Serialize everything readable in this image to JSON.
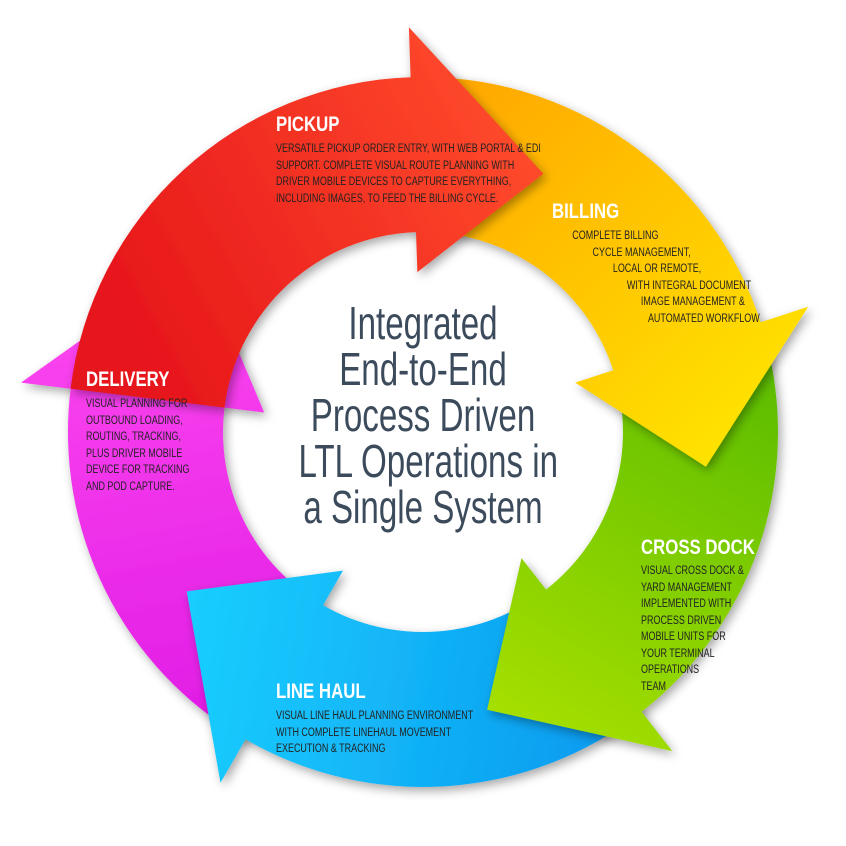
{
  "title_lines": [
    "Integrated",
    "End-to-End",
    "Process Driven",
    "LTL Operations in",
    "a Single System"
  ],
  "stages": [
    {
      "name": "PICKUP",
      "color_from": "#e5121a",
      "color_to": "#ff4b2b",
      "lines": [
        "VERSATILE PICKUP ORDER ENTRY, WITH WEB PORTAL & EDI",
        "SUPPORT. COMPLETE VISUAL ROUTE PLANNING WITH",
        "DRIVER MOBILE DEVICES TO CAPTURE EVERYTHING,",
        "INCLUDING IMAGES, TO FEED THE BILLING CYCLE."
      ]
    },
    {
      "name": "BILLING",
      "color_from": "#ffa800",
      "color_to": "#ffe400",
      "lines": [
        "COMPLETE BILLING",
        "CYCLE MANAGEMENT,",
        "LOCAL OR REMOTE,",
        "WITH INTEGRAL DOCUMENT",
        "IMAGE MANAGEMENT &",
        "AUTOMATED WORKFLOW"
      ]
    },
    {
      "name": "CROSS DOCK",
      "color_from": "#5cbd00",
      "color_to": "#a8e000",
      "lines": [
        "VISUAL CROSS DOCK &",
        "YARD MANAGEMENT",
        "IMPLEMENTED WITH",
        "PROCESS DRIVEN",
        "MOBILE UNITS FOR",
        "YOUR TERMINAL",
        "OPERATIONS",
        "TEAM"
      ]
    },
    {
      "name": "LINE HAUL",
      "color_from": "#0b9cf0",
      "color_to": "#1ad0ff",
      "lines": [
        "VISUAL LINE HAUL PLANNING ENVIRONMENT",
        "WITH COMPLETE LINEHAUL MOVEMENT",
        "EXECUTION & TRACKING"
      ]
    },
    {
      "name": "DELIVERY",
      "color_from": "#e21ee6",
      "color_to": "#ff4af0",
      "lines": [
        "VISUAL PLANNING FOR",
        "OUTBOUND LOADING,",
        "ROUTING, TRACKING,",
        "PLUS DRIVER MOBILE",
        "DEVICE FOR TRACKING",
        "AND POD CAPTURE."
      ]
    }
  ]
}
